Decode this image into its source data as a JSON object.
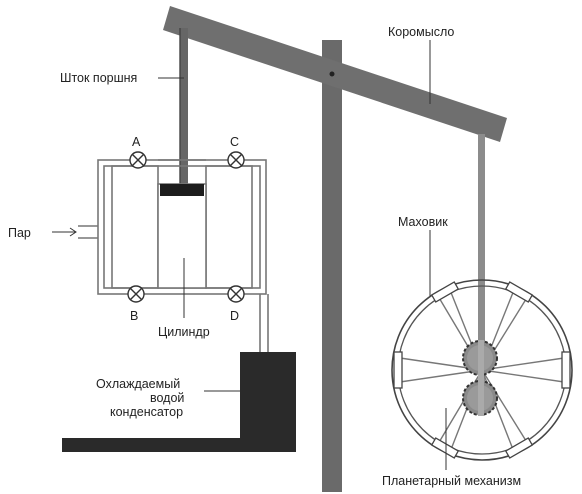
{
  "labels": {
    "piston_rod": "Шток поршня",
    "beam": "Коромысло",
    "steam": "Пар",
    "flywheel": "Маховик",
    "cylinder": "Цилиндр",
    "condenser_line1": "Охлаждаемый",
    "condenser_line2": "водой",
    "condenser_line3": "конденсатор",
    "planetary": "Планетарный механизм",
    "valve_a": "A",
    "valve_b": "B",
    "valve_c": "C",
    "valve_d": "D"
  },
  "colors": {
    "ink": "#222222",
    "beam_fill": "#6f6f6f",
    "post_fill": "#6a6a6a",
    "condenser_fill": "#2a2a2a",
    "gear_fill": "#8a8a8a"
  }
}
